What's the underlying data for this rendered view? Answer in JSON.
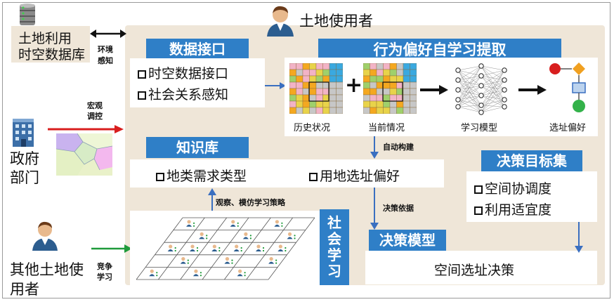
{
  "top_title": "土地使用者",
  "database": {
    "line1": "土地利用",
    "line2": "时空数据库"
  },
  "env_sense": {
    "line1": "环境",
    "line2": "感知"
  },
  "macro_control": {
    "line1": "宏观",
    "line2": "调控"
  },
  "government": {
    "line1": "政府",
    "line2": "部门"
  },
  "other_users": {
    "line1": "其他土地使",
    "line2": "用者"
  },
  "compete_learn": {
    "line1": "竞争",
    "line2": "学习"
  },
  "data_interface": {
    "title": "数据接口",
    "items": [
      "时空数据接口",
      "社会关系感知"
    ]
  },
  "behavior": {
    "title": "行为偏好自学习提取",
    "labels": {
      "history": "历史状况",
      "current": "当前情况",
      "model": "学习模型",
      "preference": "选址偏好"
    }
  },
  "auto_build": "自动构建",
  "knowledge": {
    "title": "知识库",
    "items": [
      "地类需求类型",
      "用地选址偏好"
    ]
  },
  "observe_strategy": "观察、模仿学习策略",
  "social_learning": "社会学习",
  "decision_basis": "决策依据",
  "decision_model": {
    "title": "决策模型",
    "content": "空间选址决策"
  },
  "decision_goals": {
    "title": "决策目标集",
    "items": [
      "空间协调度",
      "利用适宜度"
    ]
  },
  "colors": {
    "accent_blue": "#2f7fc7",
    "panel_bg": "#efe6d8",
    "arrow_red": "#d81e1e",
    "arrow_green": "#1f9a3a",
    "arrow_blue": "#3a6fc0"
  }
}
